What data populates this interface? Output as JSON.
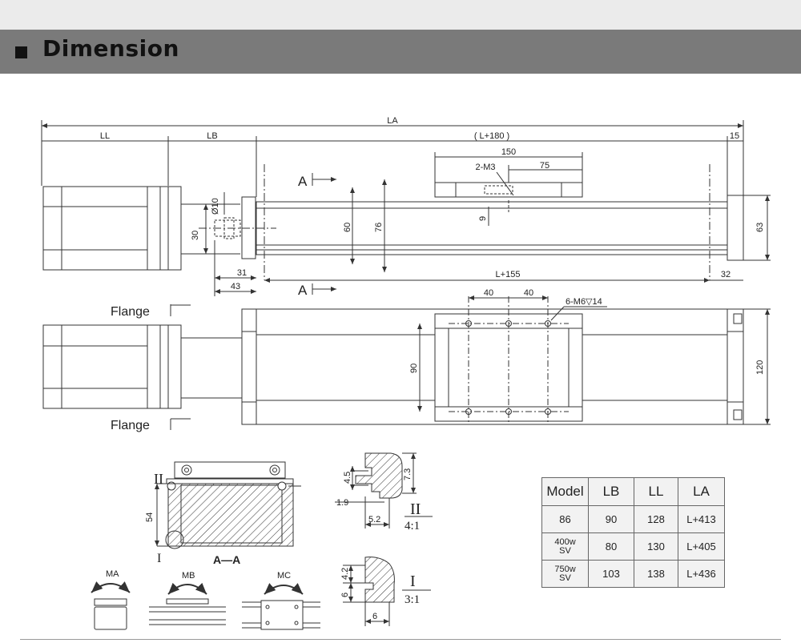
{
  "header": {
    "title": "Dimension"
  },
  "top_view": {
    "LA": "LA",
    "LL": "LL",
    "LB": "LB",
    "L180": "( L+180 )",
    "d15": "15",
    "d150": "150",
    "d75": "75",
    "m3": "2-M3",
    "d10": "Ø10",
    "d30": "30",
    "d60": "60",
    "d76": "76",
    "d9": "9",
    "d63": "63",
    "d31": "31",
    "d43": "43",
    "L155": "L+155",
    "d32": "32",
    "sectionA": "A"
  },
  "front_view": {
    "flange": "Flange",
    "d40a": "40",
    "d40b": "40",
    "m6": "6-M6▽14",
    "d90": "90",
    "d120": "120"
  },
  "section": {
    "label_II": "II",
    "label_I": "I",
    "label_AA": "A—A",
    "d54": "54",
    "d45": "4.5",
    "d73": "7.3",
    "d19": "1.9",
    "d52": "5.2",
    "scale_II": "4:1",
    "d42": "4.2",
    "d6a": "6",
    "d6b": "6",
    "scale_I": "3:1"
  },
  "moments": {
    "ma": "MA",
    "mb": "MB",
    "mc": "MC"
  },
  "table": {
    "headers": [
      "Model",
      "LB",
      "LL",
      "LA"
    ],
    "rows": [
      {
        "model_line1": "86",
        "model_line2": "",
        "lb": "90",
        "ll": "128",
        "la": "L+413"
      },
      {
        "model_line1": "400w",
        "model_line2": "SV",
        "lb": "80",
        "ll": "130",
        "la": "L+405"
      },
      {
        "model_line1": "750w",
        "model_line2": "SV",
        "lb": "103",
        "ll": "138",
        "la": "L+436"
      }
    ]
  }
}
